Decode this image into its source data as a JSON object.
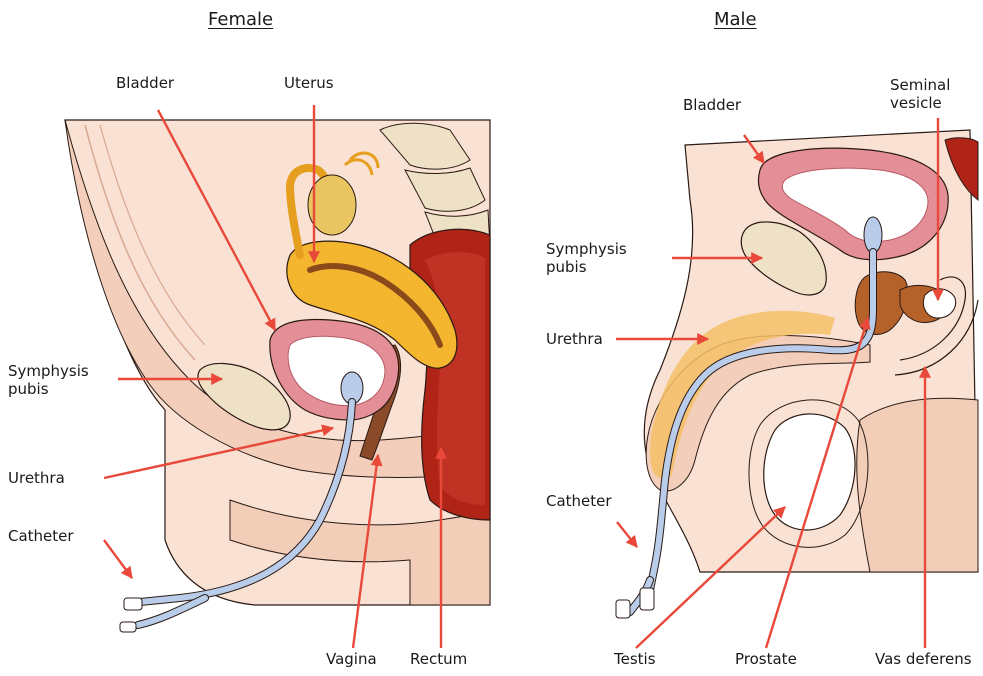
{
  "female": {
    "title": "Female",
    "labels": {
      "bladder": "Bladder",
      "uterus": "Uterus",
      "symphysis_pubis": "Symphysis\npubis",
      "urethra": "Urethra",
      "catheter": "Catheter",
      "vagina": "Vagina",
      "rectum": "Rectum"
    }
  },
  "male": {
    "title": "Male",
    "labels": {
      "bladder": "Bladder",
      "seminal_vesicle": "Seminal\nvesicle",
      "symphysis_pubis": "Symphysis\npubis",
      "urethra": "Urethra",
      "catheter": "Catheter",
      "testis": "Testis",
      "prostate": "Prostate",
      "vas_deferens": "Vas deferens"
    }
  },
  "colors": {
    "arrow": "#e8493a",
    "skin": "#f9e1d3",
    "skin_dark": "#f2cdb8",
    "bladder": "#e48f98",
    "bladder_inner": "#ffffff",
    "uterus": "#f4b62e",
    "bone": "#eee1c6",
    "rectum": "#b02418",
    "catheter": "#b9cdea",
    "prostate": "#b4612a"
  }
}
